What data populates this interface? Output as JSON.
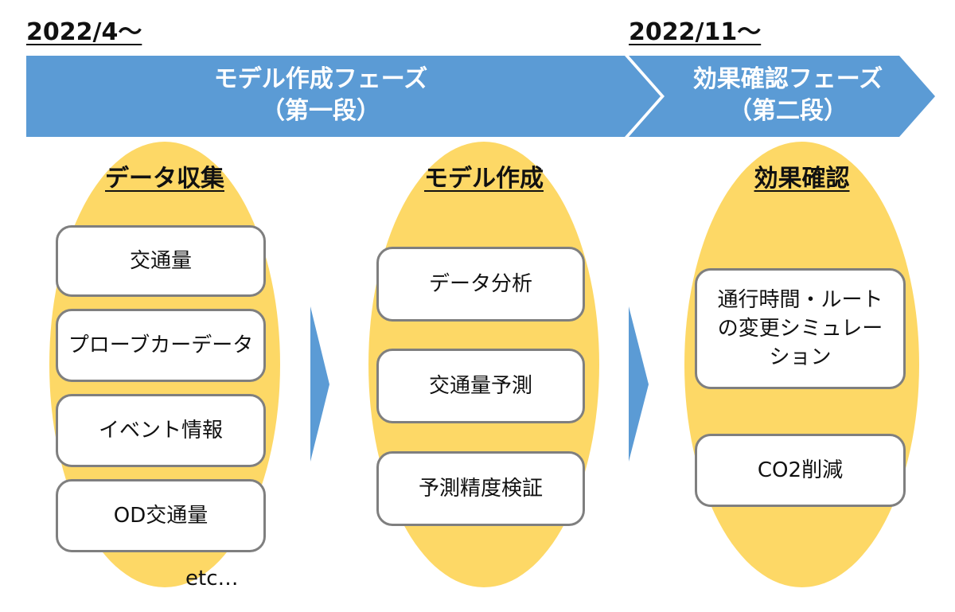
{
  "timeline": {
    "dates": [
      "2022/4〜",
      "2022/11〜"
    ],
    "phases": [
      {
        "name": "モデル作成フェーズ",
        "stage": "（第一段）"
      },
      {
        "name": "効果確認フェーズ",
        "stage": "（第二段）"
      }
    ]
  },
  "columns": [
    {
      "title": "データ収集",
      "items": [
        "交通量",
        "プローブカーデータ",
        "イベント情報",
        "OD交通量"
      ],
      "note": "etc…"
    },
    {
      "title": "モデル作成",
      "items": [
        "データ分析",
        "交通量予測",
        "予測精度検証"
      ]
    },
    {
      "title": "効果確認",
      "items": [
        "通行時間・ルートの変更シミュレーション",
        "CO2削減"
      ]
    }
  ],
  "colors": {
    "phase_arrow": "#5b9bd5",
    "oval": "#fdd866",
    "box_border": "#7f7f7f",
    "flow_arrow": "#5b9bd5"
  }
}
